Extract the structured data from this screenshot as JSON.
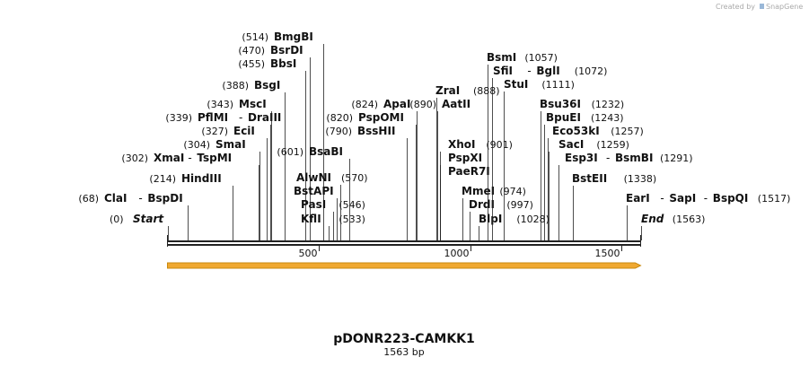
{
  "credit": "Created by",
  "brand": "SnapGene",
  "map_title": "pDONR223-CAMKK1",
  "map_length_label": "1563 bp",
  "backbone": {
    "start": 0,
    "end": 1563,
    "ticks": [
      500,
      1000,
      1500
    ]
  },
  "feature": {
    "from": 0,
    "to": 1563,
    "direction": "forward",
    "color": "#f0a830"
  },
  "colors": {
    "line": "#222222",
    "feature_fill": "#f0a830",
    "feature_edge": "#c98a10"
  },
  "sites": [
    {
      "names": [
        "Start"
      ],
      "position": "(0)",
      "location": 0,
      "kind": "end"
    },
    {
      "names": [
        "ClaI",
        "BspDI"
      ],
      "position": "(68)",
      "location": 68
    },
    {
      "names": [
        "HindIII"
      ],
      "position": "(214)",
      "location": 214
    },
    {
      "names": [
        "XmaI",
        "TspMI"
      ],
      "position": "(302)",
      "location": 302
    },
    {
      "names": [
        "SmaI"
      ],
      "position": "(304)",
      "location": 304
    },
    {
      "names": [
        "EciI"
      ],
      "position": "(327)",
      "location": 327
    },
    {
      "names": [
        "PflMI",
        "DraIII"
      ],
      "position": "(339)",
      "location": 339
    },
    {
      "names": [
        "MscI"
      ],
      "position": "(343)",
      "location": 343
    },
    {
      "names": [
        "BsgI"
      ],
      "position": "(388)",
      "location": 388
    },
    {
      "names": [
        "BbsI"
      ],
      "position": "(455)",
      "location": 455
    },
    {
      "names": [
        "BsrDI"
      ],
      "position": "(470)",
      "location": 470
    },
    {
      "names": [
        "BmgBI"
      ],
      "position": "(514)",
      "location": 514
    },
    {
      "names": [
        "KflI"
      ],
      "position": "(533)",
      "location": 533
    },
    {
      "names": [
        "PasI"
      ],
      "position": "(546)",
      "location": 546
    },
    {
      "names": [
        "BstAPI"
      ],
      "position": "",
      "location": 558
    },
    {
      "names": [
        "AlwNI"
      ],
      "position": "(570)",
      "location": 570
    },
    {
      "names": [
        "BsaBI"
      ],
      "position": "(601)",
      "location": 601
    },
    {
      "names": [
        "BssHII"
      ],
      "position": "(790)",
      "location": 790
    },
    {
      "names": [
        "PspOMI"
      ],
      "position": "(820)",
      "location": 820
    },
    {
      "names": [
        "ApaI"
      ],
      "position": "(824)",
      "location": 824
    },
    {
      "names": [
        "ZraI"
      ],
      "position": "(888)",
      "location": 888
    },
    {
      "names": [
        "AatII"
      ],
      "position": "(890)",
      "location": 890
    },
    {
      "names": [
        "PaeR7I"
      ],
      "position": "",
      "location": 901
    },
    {
      "names": [
        "PspXI"
      ],
      "position": "",
      "location": 901
    },
    {
      "names": [
        "XhoI"
      ],
      "position": "(901)",
      "location": 901
    },
    {
      "names": [
        "MmeI"
      ],
      "position": "(974)",
      "location": 974
    },
    {
      "names": [
        "DrdI"
      ],
      "position": "(997)",
      "location": 997
    },
    {
      "names": [
        "BlpI"
      ],
      "position": "(1028)",
      "location": 1028
    },
    {
      "names": [
        "BsmI"
      ],
      "position": "(1057)",
      "location": 1057
    },
    {
      "names": [
        "SfiI",
        "BglI"
      ],
      "position": "(1072)",
      "location": 1072
    },
    {
      "names": [
        "StuI"
      ],
      "position": "(1111)",
      "location": 1111
    },
    {
      "names": [
        "Bsu36I"
      ],
      "position": "(1232)",
      "location": 1232
    },
    {
      "names": [
        "BpuEI"
      ],
      "position": "(1243)",
      "location": 1243
    },
    {
      "names": [
        "Eco53kI"
      ],
      "position": "(1257)",
      "location": 1257
    },
    {
      "names": [
        "SacI"
      ],
      "position": "(1259)",
      "location": 1259
    },
    {
      "names": [
        "Esp3I",
        "BsmBI"
      ],
      "position": "(1291)",
      "location": 1291
    },
    {
      "names": [
        "BstEII"
      ],
      "position": "(1338)",
      "location": 1338
    },
    {
      "names": [
        "EarI",
        "SapI",
        "BspQI"
      ],
      "position": "(1517)",
      "location": 1517
    },
    {
      "names": [
        "End"
      ],
      "position": "(1563)",
      "location": 1563,
      "kind": "end"
    }
  ]
}
